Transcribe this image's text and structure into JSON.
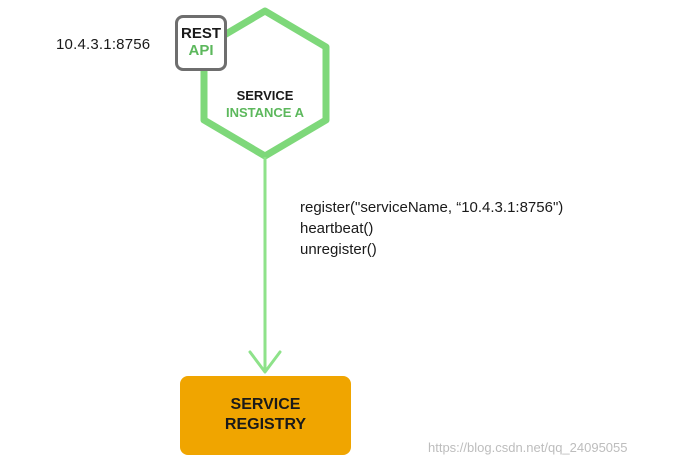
{
  "address": "10.4.3.1:8756",
  "rest_api": {
    "line1": "REST",
    "line2": "API"
  },
  "service_instance": {
    "line1": "SERVICE",
    "line2": "INSTANCE A"
  },
  "calls": [
    "register(\"serviceName, “10.4.3.1:8756\")",
    "heartbeat()",
    "unregister()"
  ],
  "registry": {
    "line1": "SERVICE",
    "line2": "REGISTRY"
  },
  "watermark": "https://blog.csdn.net/qq_24095055",
  "colors": {
    "green": "#5cb85c",
    "hex_stroke": "#7ed87a",
    "arrow": "#8ee28a",
    "registry_fill": "#f0a500",
    "badge_border": "#6e6e6e"
  }
}
